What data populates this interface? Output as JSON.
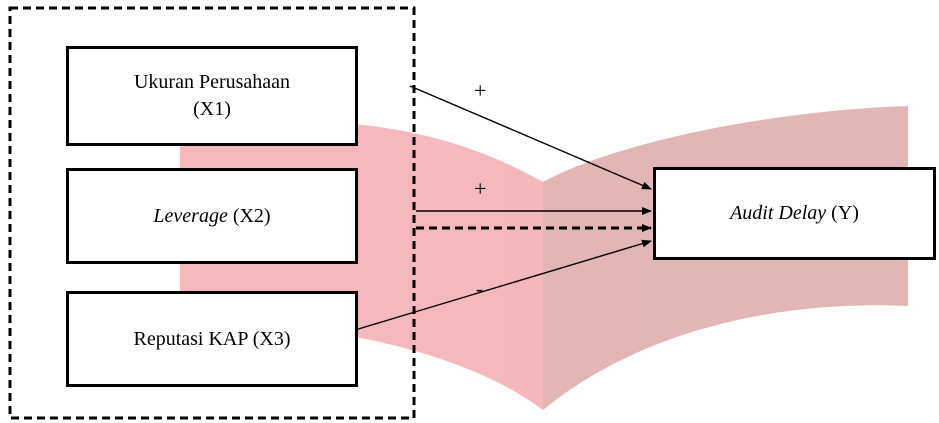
{
  "diagram": {
    "type": "research-framework",
    "nodes": {
      "x1": {
        "line1": "Ukuran Perusahaan",
        "line2": "(X1)"
      },
      "x2": {
        "name": "Leverage",
        "code": "(X2)"
      },
      "x3": {
        "label": "Reputasi KAP (X3)"
      },
      "y": {
        "name": "Audit Delay",
        "code": "(Y)"
      }
    },
    "edges": [
      {
        "from": "x1",
        "to": "y",
        "sign": "+",
        "style": "solid"
      },
      {
        "from": "x2",
        "to": "y",
        "sign": "+",
        "style": "solid"
      },
      {
        "from": "x3",
        "to": "y",
        "sign": "-",
        "style": "solid"
      },
      {
        "from": "independent-group",
        "to": "y",
        "sign": "",
        "style": "dashed"
      }
    ],
    "colors": {
      "stroke": "#000000",
      "background_book": "#f4b4b8",
      "background_book_right": "#e2b2b2"
    }
  }
}
